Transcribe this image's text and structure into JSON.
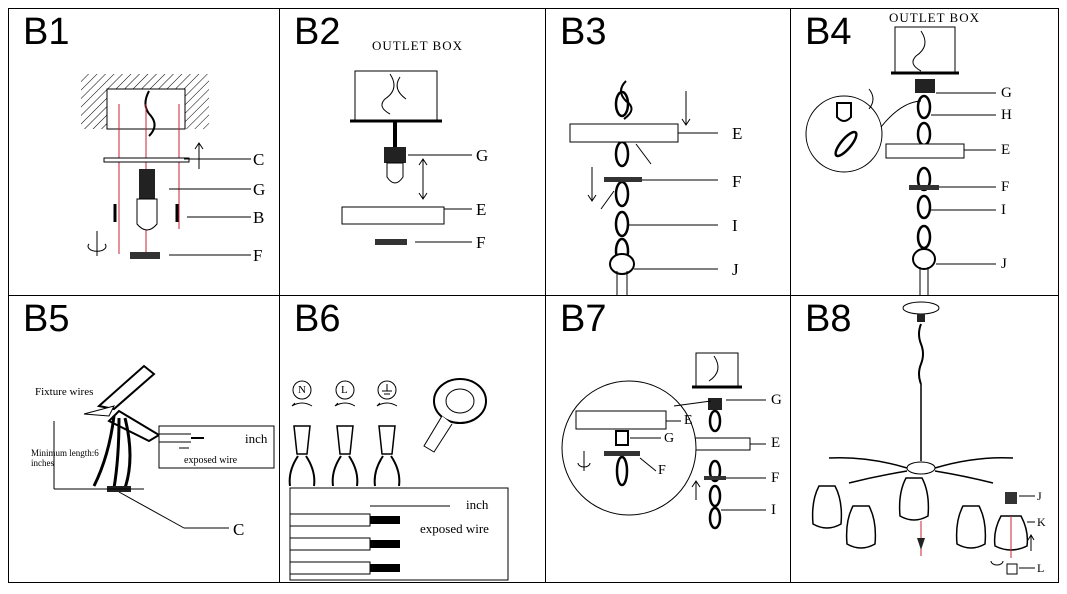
{
  "panels": {
    "b1": {
      "title": "B1",
      "labels": {
        "c": "C",
        "g": "G",
        "b": "B",
        "f": "F"
      }
    },
    "b2": {
      "title": "B2",
      "outlet_box": "OUTLET BOX",
      "labels": {
        "g": "G",
        "e": "E",
        "f": "F"
      }
    },
    "b3": {
      "title": "B3",
      "labels": {
        "e": "E",
        "f": "F",
        "i": "I",
        "j": "J"
      }
    },
    "b4": {
      "title": "B4",
      "outlet_box": "OUTLET BOX",
      "labels": {
        "g": "G",
        "h": "H",
        "e": "E",
        "f": "F",
        "i": "I",
        "j": "J"
      }
    },
    "b5": {
      "title": "B5",
      "fixture_wires": "Fixture wires",
      "min_length": "Minimum length:6 inches",
      "inch": "inch",
      "exposed_wire": "exposed wire",
      "labels": {
        "c": "C"
      }
    },
    "b6": {
      "title": "B6",
      "symbols": {
        "neutral": "N",
        "live": "L"
      },
      "inch": "inch",
      "exposed_wire": "exposed wire"
    },
    "b7": {
      "title": "B7",
      "labels": {
        "g": "G",
        "e": "E",
        "f": "F",
        "i": "I",
        "zoom_e": "E",
        "zoom_g": "G",
        "zoom_f": "F"
      }
    },
    "b8": {
      "title": "B8",
      "labels": {
        "j": "J",
        "k": "K",
        "l": "L"
      }
    }
  }
}
